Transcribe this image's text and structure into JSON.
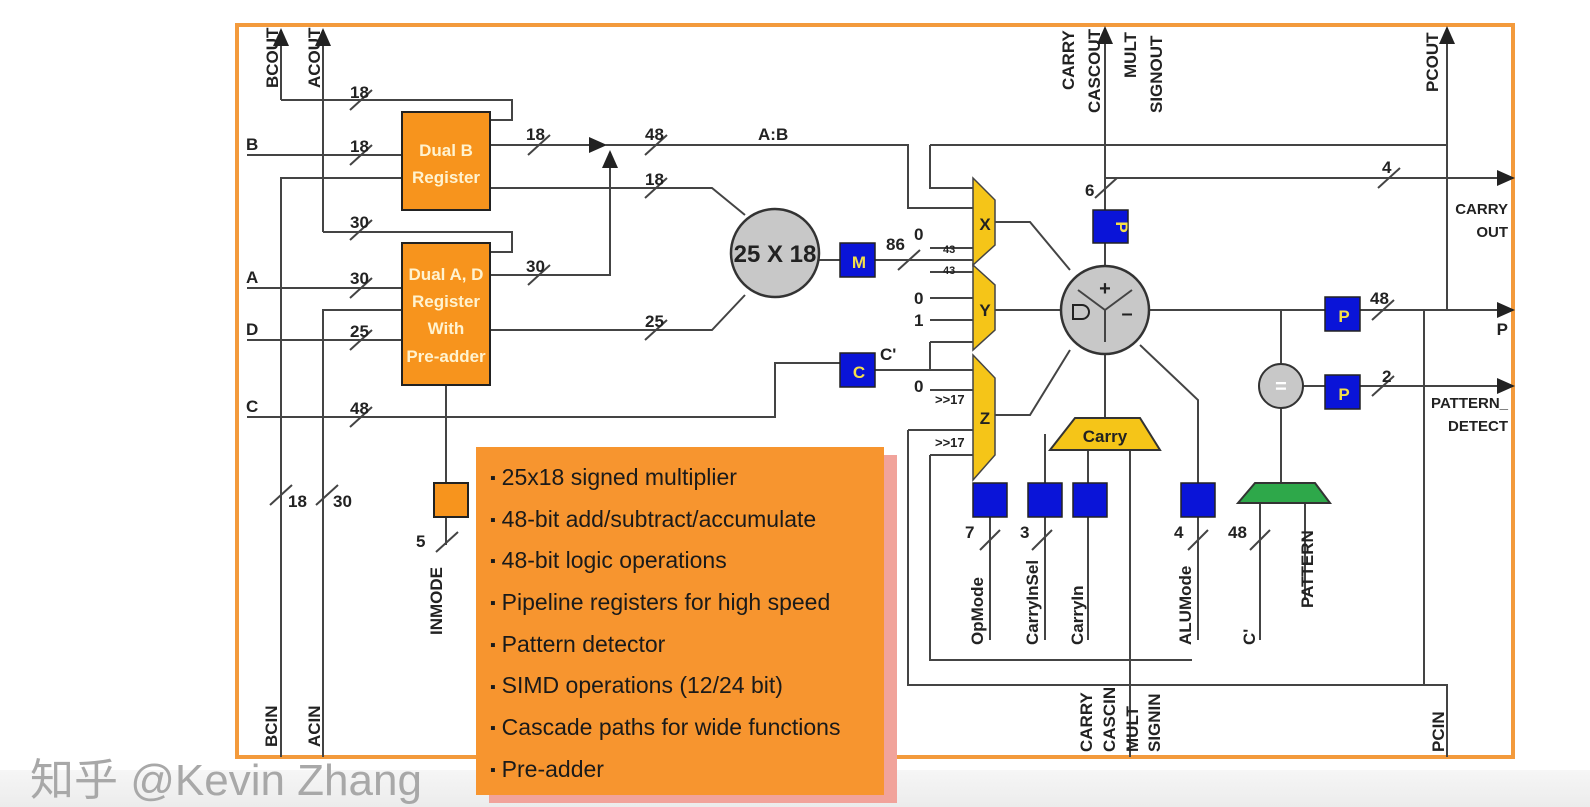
{
  "colors": {
    "frame": "#f39a3c",
    "register_block": "#f7941d",
    "pipeline_register": "#0a14d8",
    "mux": "#f5c518",
    "pattern_block": "#2ea84a",
    "operator": "#c8c8c8",
    "callout": "#f7952f"
  },
  "ports": {
    "bcout": "BCOUT",
    "acout": "ACOUT",
    "b": "B",
    "a": "A",
    "d": "D",
    "c": "C",
    "bcin": "BCIN",
    "acin": "ACIN",
    "carry_cascout": [
      "CARRY",
      "CASCOUT"
    ],
    "mult_signout": [
      "MULT",
      "SIGNOUT"
    ],
    "pcout": "PCOUT",
    "carry_out": [
      "CARRY",
      "OUT"
    ],
    "p": "P",
    "pattern_detect": [
      "PATTERN_",
      "DETECT"
    ],
    "carry_cascin": [
      "CARRY",
      "CASCIN"
    ],
    "mult_signin": [
      "MULT",
      "SIGNIN"
    ],
    "pcin": "PCIN",
    "inmode": "INMODE",
    "opmode": "OpMode",
    "carryinsel": "CarryInSel",
    "carryin": "CarryIn",
    "alumode": "ALUMode",
    "c_prime_in": "C'",
    "pattern": "PATTERN"
  },
  "blocks": {
    "dual_b": [
      "Dual B",
      "Register"
    ],
    "dual_ad": [
      "Dual A, D",
      "Register",
      "With",
      "Pre-adder"
    ],
    "multiplier": "25 X 18",
    "mux_x": "X",
    "mux_y": "Y",
    "mux_z": "Z",
    "carry": "Carry",
    "equal": "=",
    "reg_m": "M",
    "reg_c": "C",
    "reg_p": "P",
    "ab_label": "A:B",
    "c_prime": "C'"
  },
  "bus_widths": {
    "bcout": "18",
    "b": "18",
    "b_out": "18",
    "ab": "48",
    "b_mult": "18",
    "acout": "30",
    "a": "30",
    "a_out": "30",
    "d": "25",
    "ad_mult": "25",
    "c": "48",
    "bcin": "18",
    "acin": "30",
    "m": "86",
    "m_x": "43",
    "m_y": "43",
    "inmode": "5",
    "carry_cascout": "6",
    "carry_out": "4",
    "p": "48",
    "pattern_detect": "2",
    "opmode": "7",
    "carryinsel": "3",
    "alumode": "4",
    "pattern": "48"
  },
  "mux_inputs": {
    "x_zero": "0",
    "y_zero": "0",
    "y_one": "1",
    "z_zero": "0",
    "z_shift1": ">>17",
    "z_shift2": ">>17"
  },
  "alu_symbols": {
    "plus": "+",
    "minus": "–"
  },
  "callout": {
    "items": [
      "25x18 signed multiplier",
      "48-bit add/subtract/accumulate",
      "48-bit logic operations",
      "Pipeline registers for high speed",
      "Pattern detector",
      "SIMD operations (12/24 bit)",
      "Cascade paths for wide functions",
      "Pre-adder"
    ]
  },
  "watermark": "知乎 @Kevin Zhang"
}
